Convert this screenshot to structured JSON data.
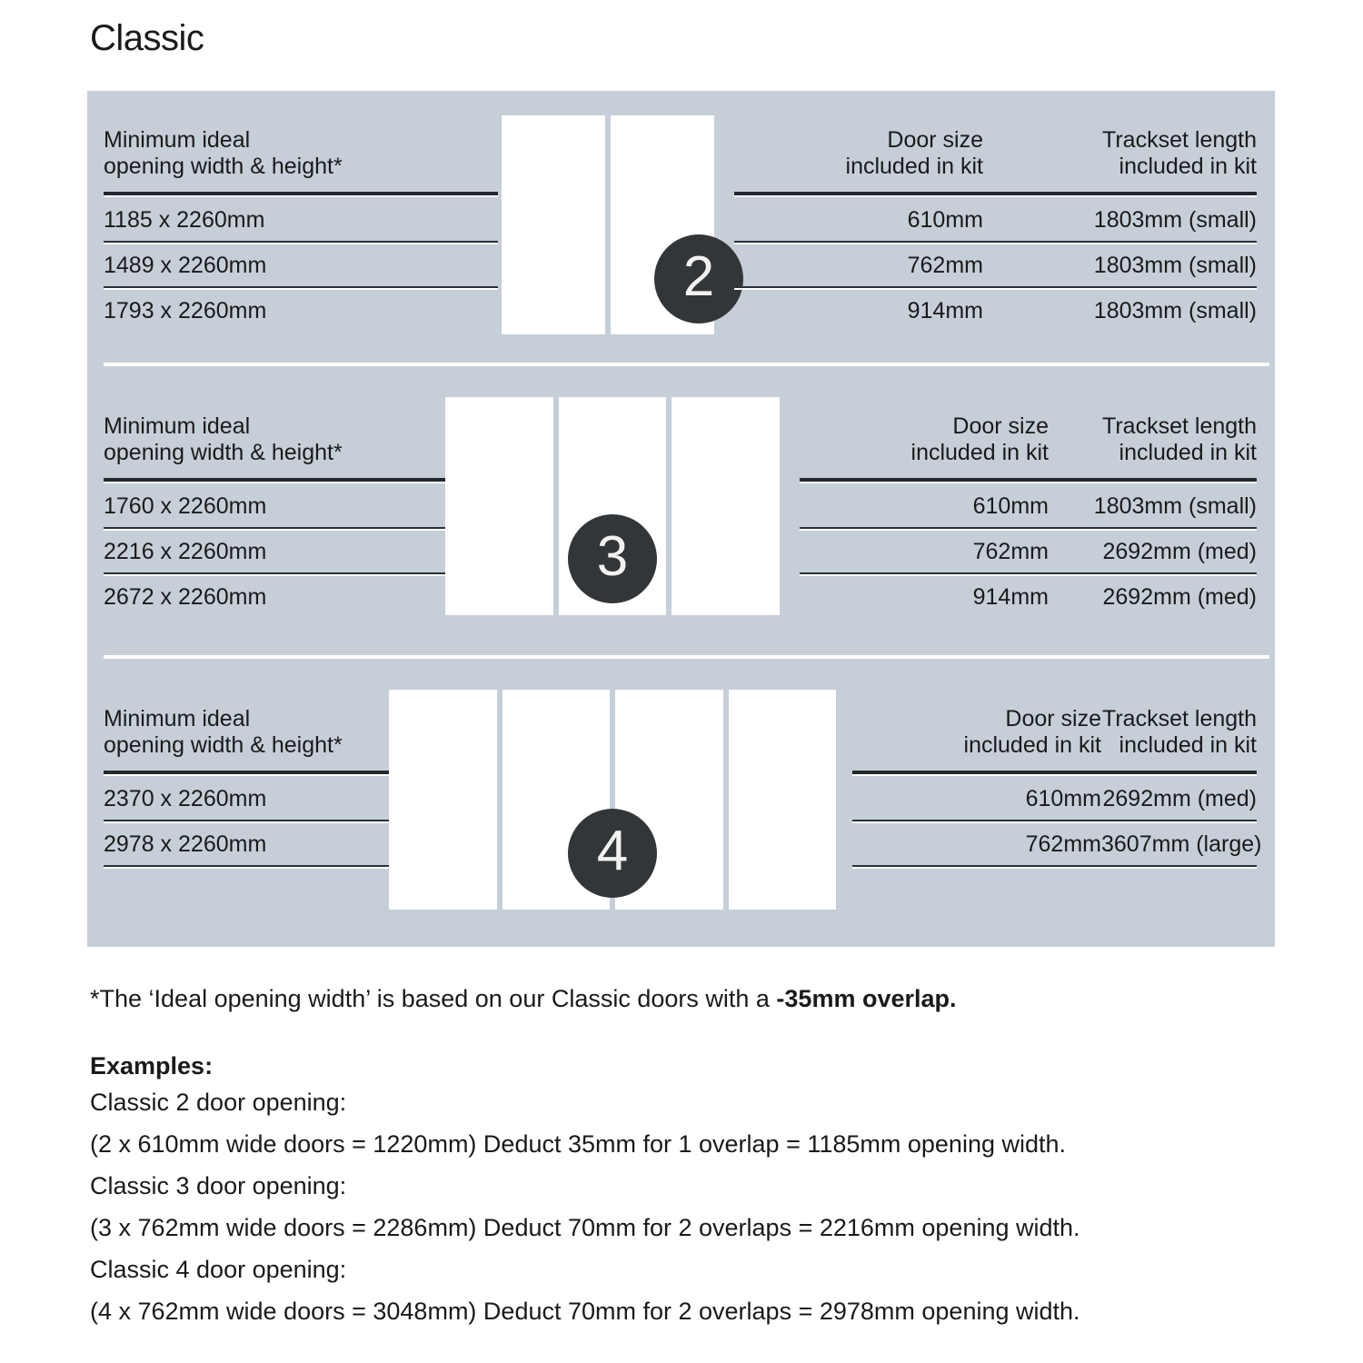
{
  "page": {
    "title": "Classic"
  },
  "colors": {
    "panel_bg": "#c6ced7",
    "rule": "#23282c",
    "badge_bg": "#333638",
    "door_fill": "#ffffff",
    "text": "#1a1a1a"
  },
  "table_headers": {
    "opening": "Minimum ideal\nopening width & height*",
    "door_size": "Door size\nincluded in kit",
    "trackset": "Trackset length\nincluded in kit"
  },
  "blocks": [
    {
      "door_count": "2",
      "badge_label": "2",
      "rows": [
        {
          "opening": "1185 x 2260mm",
          "door_size": "610mm",
          "trackset": "1803mm (small)"
        },
        {
          "opening": "1489 x 2260mm",
          "door_size": "762mm",
          "trackset": "1803mm (small)"
        },
        {
          "opening": "1793 x 2260mm",
          "door_size": "914mm",
          "trackset": "1803mm (small)"
        }
      ]
    },
    {
      "door_count": "3",
      "badge_label": "3",
      "rows": [
        {
          "opening": "1760 x 2260mm",
          "door_size": "610mm",
          "trackset": "1803mm (small)"
        },
        {
          "opening": "2216 x 2260mm",
          "door_size": "762mm",
          "trackset": "2692mm (med)"
        },
        {
          "opening": "2672 x 2260mm",
          "door_size": "914mm",
          "trackset": "2692mm (med)"
        }
      ]
    },
    {
      "door_count": "4",
      "badge_label": "4",
      "rows": [
        {
          "opening": "2370 x 2260mm",
          "door_size": "610mm",
          "trackset": "2692mm (med)"
        },
        {
          "opening": "2978 x 2260mm",
          "door_size": "762mm",
          "trackset": "3607mm (large)"
        }
      ]
    }
  ],
  "notes": {
    "footnote_prefix": "*The ‘Ideal opening width’ is based on our Classic doors with a ",
    "footnote_bold": "-35mm overlap.",
    "examples_heading": "Examples:",
    "examples": [
      "Classic 2 door opening:",
      "(2 x 610mm wide doors = 1220mm)  Deduct 35mm for 1 overlap = 1185mm opening width.",
      "Classic 3 door opening:",
      "(3 x 762mm wide doors = 2286mm)  Deduct 70mm for 2 overlaps = 2216mm opening width.",
      "Classic 4 door opening:",
      "(4 x 762mm wide doors = 3048mm)  Deduct 70mm for 2 overlaps = 2978mm opening width."
    ]
  }
}
